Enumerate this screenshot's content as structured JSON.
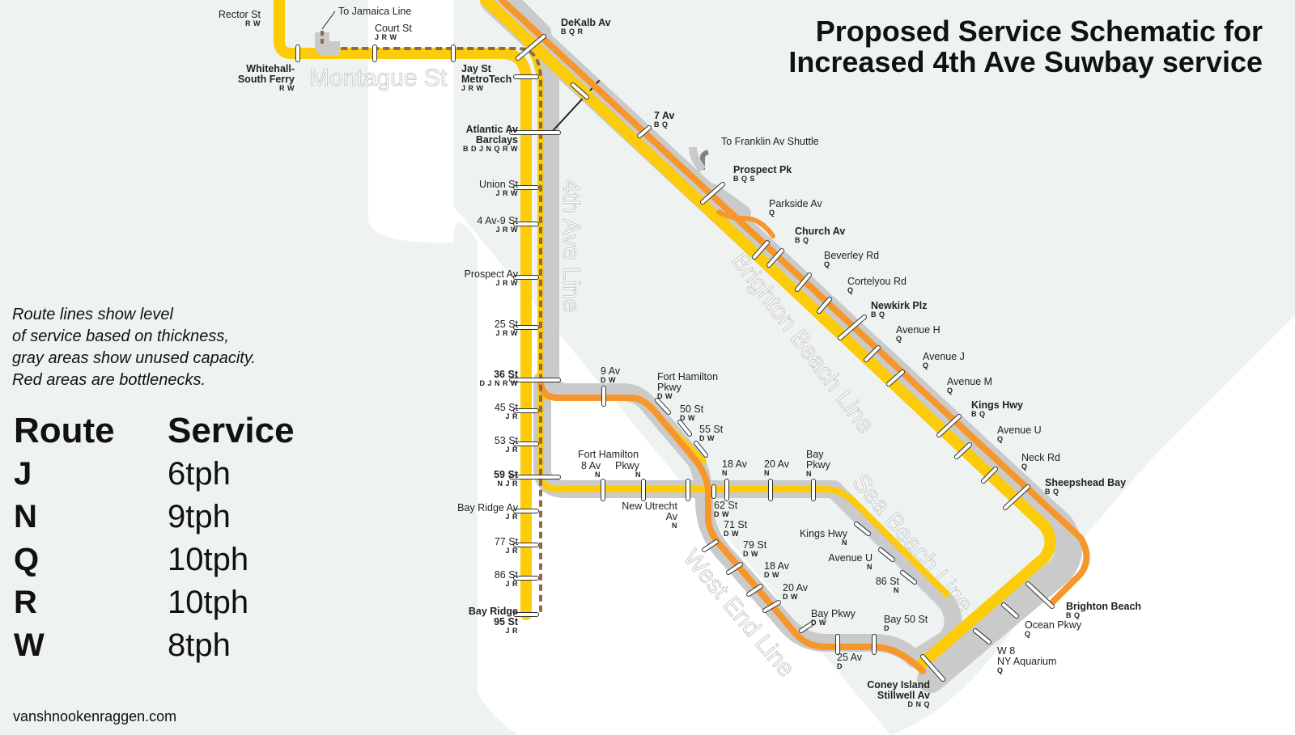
{
  "title": {
    "line1": "Proposed Service Schematic for",
    "line2": "Increased 4th Ave Suwbay service"
  },
  "legend_note": [
    "Route lines show level",
    "of service based on thickness,",
    "gray areas show unused capacity.",
    "Red areas are bottlenecks."
  ],
  "legend": {
    "route_header": "Route",
    "service_header": "Service",
    "rows": [
      {
        "route": "J",
        "service": "6tph"
      },
      {
        "route": "N",
        "service": "9tph"
      },
      {
        "route": "Q",
        "service": "10tph"
      },
      {
        "route": "R",
        "service": "10tph"
      },
      {
        "route": "W",
        "service": "8tph"
      }
    ]
  },
  "credit": "vanshnookenraggen.com",
  "line_labels": {
    "montague": "Montague St",
    "fourth_ave": "4th Ave Line",
    "brighton": "Brighton Beach Line",
    "sea_beach": "Sea Beach Line",
    "west_end": "West End Line"
  },
  "notes": {
    "jamaica": "To Jamaica Line",
    "franklin": "To Franklin Av Shuttle"
  },
  "colors": {
    "yellow": "#fccc0a",
    "orange": "#f7962a",
    "gray": "#cacaca",
    "brown": "#8b6a4e",
    "shuttle": "#808183"
  },
  "stations": {
    "rector": {
      "name": "Rector St",
      "svc": "R W"
    },
    "whitehall": {
      "name": "Whitehall-",
      "name2": "South Ferry",
      "svc": "R W"
    },
    "court": {
      "name": "Court St",
      "svc": "J R W"
    },
    "jay": {
      "name": "Jay St",
      "name2": "MetroTech",
      "svc": "J R W"
    },
    "dekalb": {
      "name": "DeKalb Av",
      "svc": "B Q R"
    },
    "atlantic": {
      "name": "Atlantic Av",
      "name2": "Barclays",
      "svc": "B D J N Q R W"
    },
    "seventh": {
      "name": "7 Av",
      "svc": "B Q"
    },
    "prospectpk": {
      "name": "Prospect Pk",
      "svc": "B Q S"
    },
    "union": {
      "name": "Union St",
      "svc": "J R W"
    },
    "fourth9": {
      "name": "4 Av-9 St",
      "svc": "J R W"
    },
    "prospectav": {
      "name": "Prospect Av",
      "svc": "J R W"
    },
    "st25": {
      "name": "25 St",
      "svc": "J R W"
    },
    "st36": {
      "name": "36 St",
      "svc": "D J N R W"
    },
    "st45": {
      "name": "45 St",
      "svc": "J R"
    },
    "st53": {
      "name": "53 St",
      "svc": "J R"
    },
    "st59": {
      "name": "59 St",
      "svc": "N J R"
    },
    "bayridgeav": {
      "name": "Bay Ridge Av",
      "svc": "J R"
    },
    "st77": {
      "name": "77 St",
      "svc": "J R"
    },
    "st86r": {
      "name": "86 St",
      "svc": "J R"
    },
    "bayridge95": {
      "name": "Bay Ridge",
      "name2": "95 St",
      "svc": "J R"
    },
    "parkside": {
      "name": "Parkside Av",
      "svc": "Q"
    },
    "church": {
      "name": "Church Av",
      "svc": "B Q"
    },
    "beverley": {
      "name": "Beverley Rd",
      "svc": "Q"
    },
    "cortelyou": {
      "name": "Cortelyou Rd",
      "svc": "Q"
    },
    "newkirk": {
      "name": "Newkirk Plz",
      "svc": "B Q"
    },
    "aveh": {
      "name": "Avenue H",
      "svc": "Q"
    },
    "avej": {
      "name": "Avenue J",
      "svc": "Q"
    },
    "avem": {
      "name": "Avenue M",
      "svc": "Q"
    },
    "kingsb": {
      "name": "Kings Hwy",
      "svc": "B Q"
    },
    "aveub": {
      "name": "Avenue U",
      "svc": "Q"
    },
    "neck": {
      "name": "Neck Rd",
      "svc": "Q"
    },
    "sheepshead": {
      "name": "Sheepshead Bay",
      "svc": "B Q"
    },
    "brightonbeach": {
      "name": "Brighton Beach",
      "svc": "B Q"
    },
    "oceanpkwy": {
      "name": "Ocean Pkwy",
      "svc": "Q"
    },
    "w8": {
      "name": "W 8",
      "name2": "NY Aquarium",
      "svc": "Q"
    },
    "coney": {
      "name": "Coney Island",
      "name2": "Stillwell Av",
      "svc": "D N Q"
    },
    "ninthav": {
      "name": "9 Av",
      "svc": "D W"
    },
    "forthamw": {
      "name": "Fort Hamilton",
      "name2": "Pkwy",
      "svc": "D W"
    },
    "st50": {
      "name": "50 St",
      "svc": "D W"
    },
    "st55": {
      "name": "55 St",
      "svc": "D W"
    },
    "st62": {
      "name": "62 St",
      "svc": "D W"
    },
    "st71": {
      "name": "71 St",
      "svc": "D W"
    },
    "st79": {
      "name": "79 St",
      "svc": "D W"
    },
    "av18w": {
      "name": "18 Av",
      "svc": "D W"
    },
    "av20w": {
      "name": "20 Av",
      "svc": "D W"
    },
    "baypkwyw": {
      "name": "Bay Pkwy",
      "svc": "D W"
    },
    "av25": {
      "name": "25 Av",
      "svc": "D"
    },
    "bay50": {
      "name": "Bay 50 St",
      "svc": "D"
    },
    "forthamn": {
      "name": "Fort Hamilton",
      "name2": "8 Av",
      "name3": "Pkwy",
      "svc": "N",
      "svc2": "N"
    },
    "newutrecht": {
      "name": "New Utrecht",
      "name2": "Av",
      "svc": "N"
    },
    "av18n": {
      "name": "18 Av",
      "svc": "N"
    },
    "av20n": {
      "name": "20 Av",
      "svc": "N"
    },
    "baypkwyn": {
      "name": "Bay",
      "name2": "Pkwy",
      "svc": "N"
    },
    "kingsn": {
      "name": "Kings Hwy",
      "svc": "N"
    },
    "aveun": {
      "name": "Avenue U",
      "svc": "N"
    },
    "st86n": {
      "name": "86 St",
      "svc": "N"
    }
  }
}
